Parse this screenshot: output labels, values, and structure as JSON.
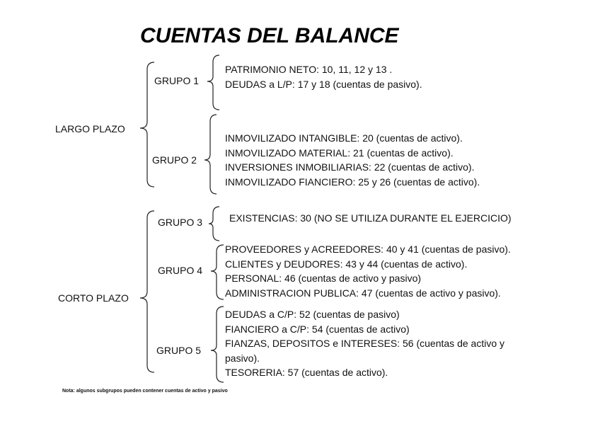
{
  "title": "CUENTAS DEL BALANCE",
  "sections": [
    {
      "label": "LARGO PLAZO",
      "groups": [
        {
          "label": "GRUPO 1",
          "items": [
            "PATRIMONIO NETO: 10, 11, 12 y 13 .",
            "DEUDAS a L/P: 17 y 18 (cuentas de pasivo)."
          ]
        },
        {
          "label": "GRUPO 2",
          "items": [
            "INMOVILIZADO INTANGIBLE: 20 (cuentas de activo).",
            "INMOVILIZADO MATERIAL: 21 (cuentas de activo).",
            "INVERSIONES INMOBILIARIAS: 22 (cuentas de activo).",
            "INMOVILIZADO FIANCIERO: 25 y 26 (cuentas de activo)."
          ]
        }
      ]
    },
    {
      "label": "CORTO PLAZO",
      "groups": [
        {
          "label": "GRUPO 3",
          "items": [
            "EXISTENCIAS: 30 (NO SE UTILIZA DURANTE EL EJERCICIO)"
          ]
        },
        {
          "label": "GRUPO 4",
          "items": [
            "PROVEEDORES y ACREEDORES: 40 y 41 (cuentas de pasivo).",
            "CLIENTES y DEUDORES: 43 y 44 (cuentas de activo).",
            "PERSONAL: 46 (cuentas de activo y pasivo)",
            "ADMINISTRACION PUBLICA: 47 (cuentas de activo y pasivo)."
          ]
        },
        {
          "label": "GRUPO 5",
          "items": [
            "DEUDAS a C/P: 52 (cuentas de pasivo)",
            "FIANCIERO a C/P: 54 (cuentas de activo)",
            "FIANZAS, DEPOSITOS e INTERESES: 56 (cuentas de activo y",
            "pasivo).",
            "TESORERIA: 57 (cuentas de activo)."
          ]
        }
      ]
    }
  ],
  "note": "Nota: algunos subgrupos pueden contener cuentas de activo y pasivo"
}
